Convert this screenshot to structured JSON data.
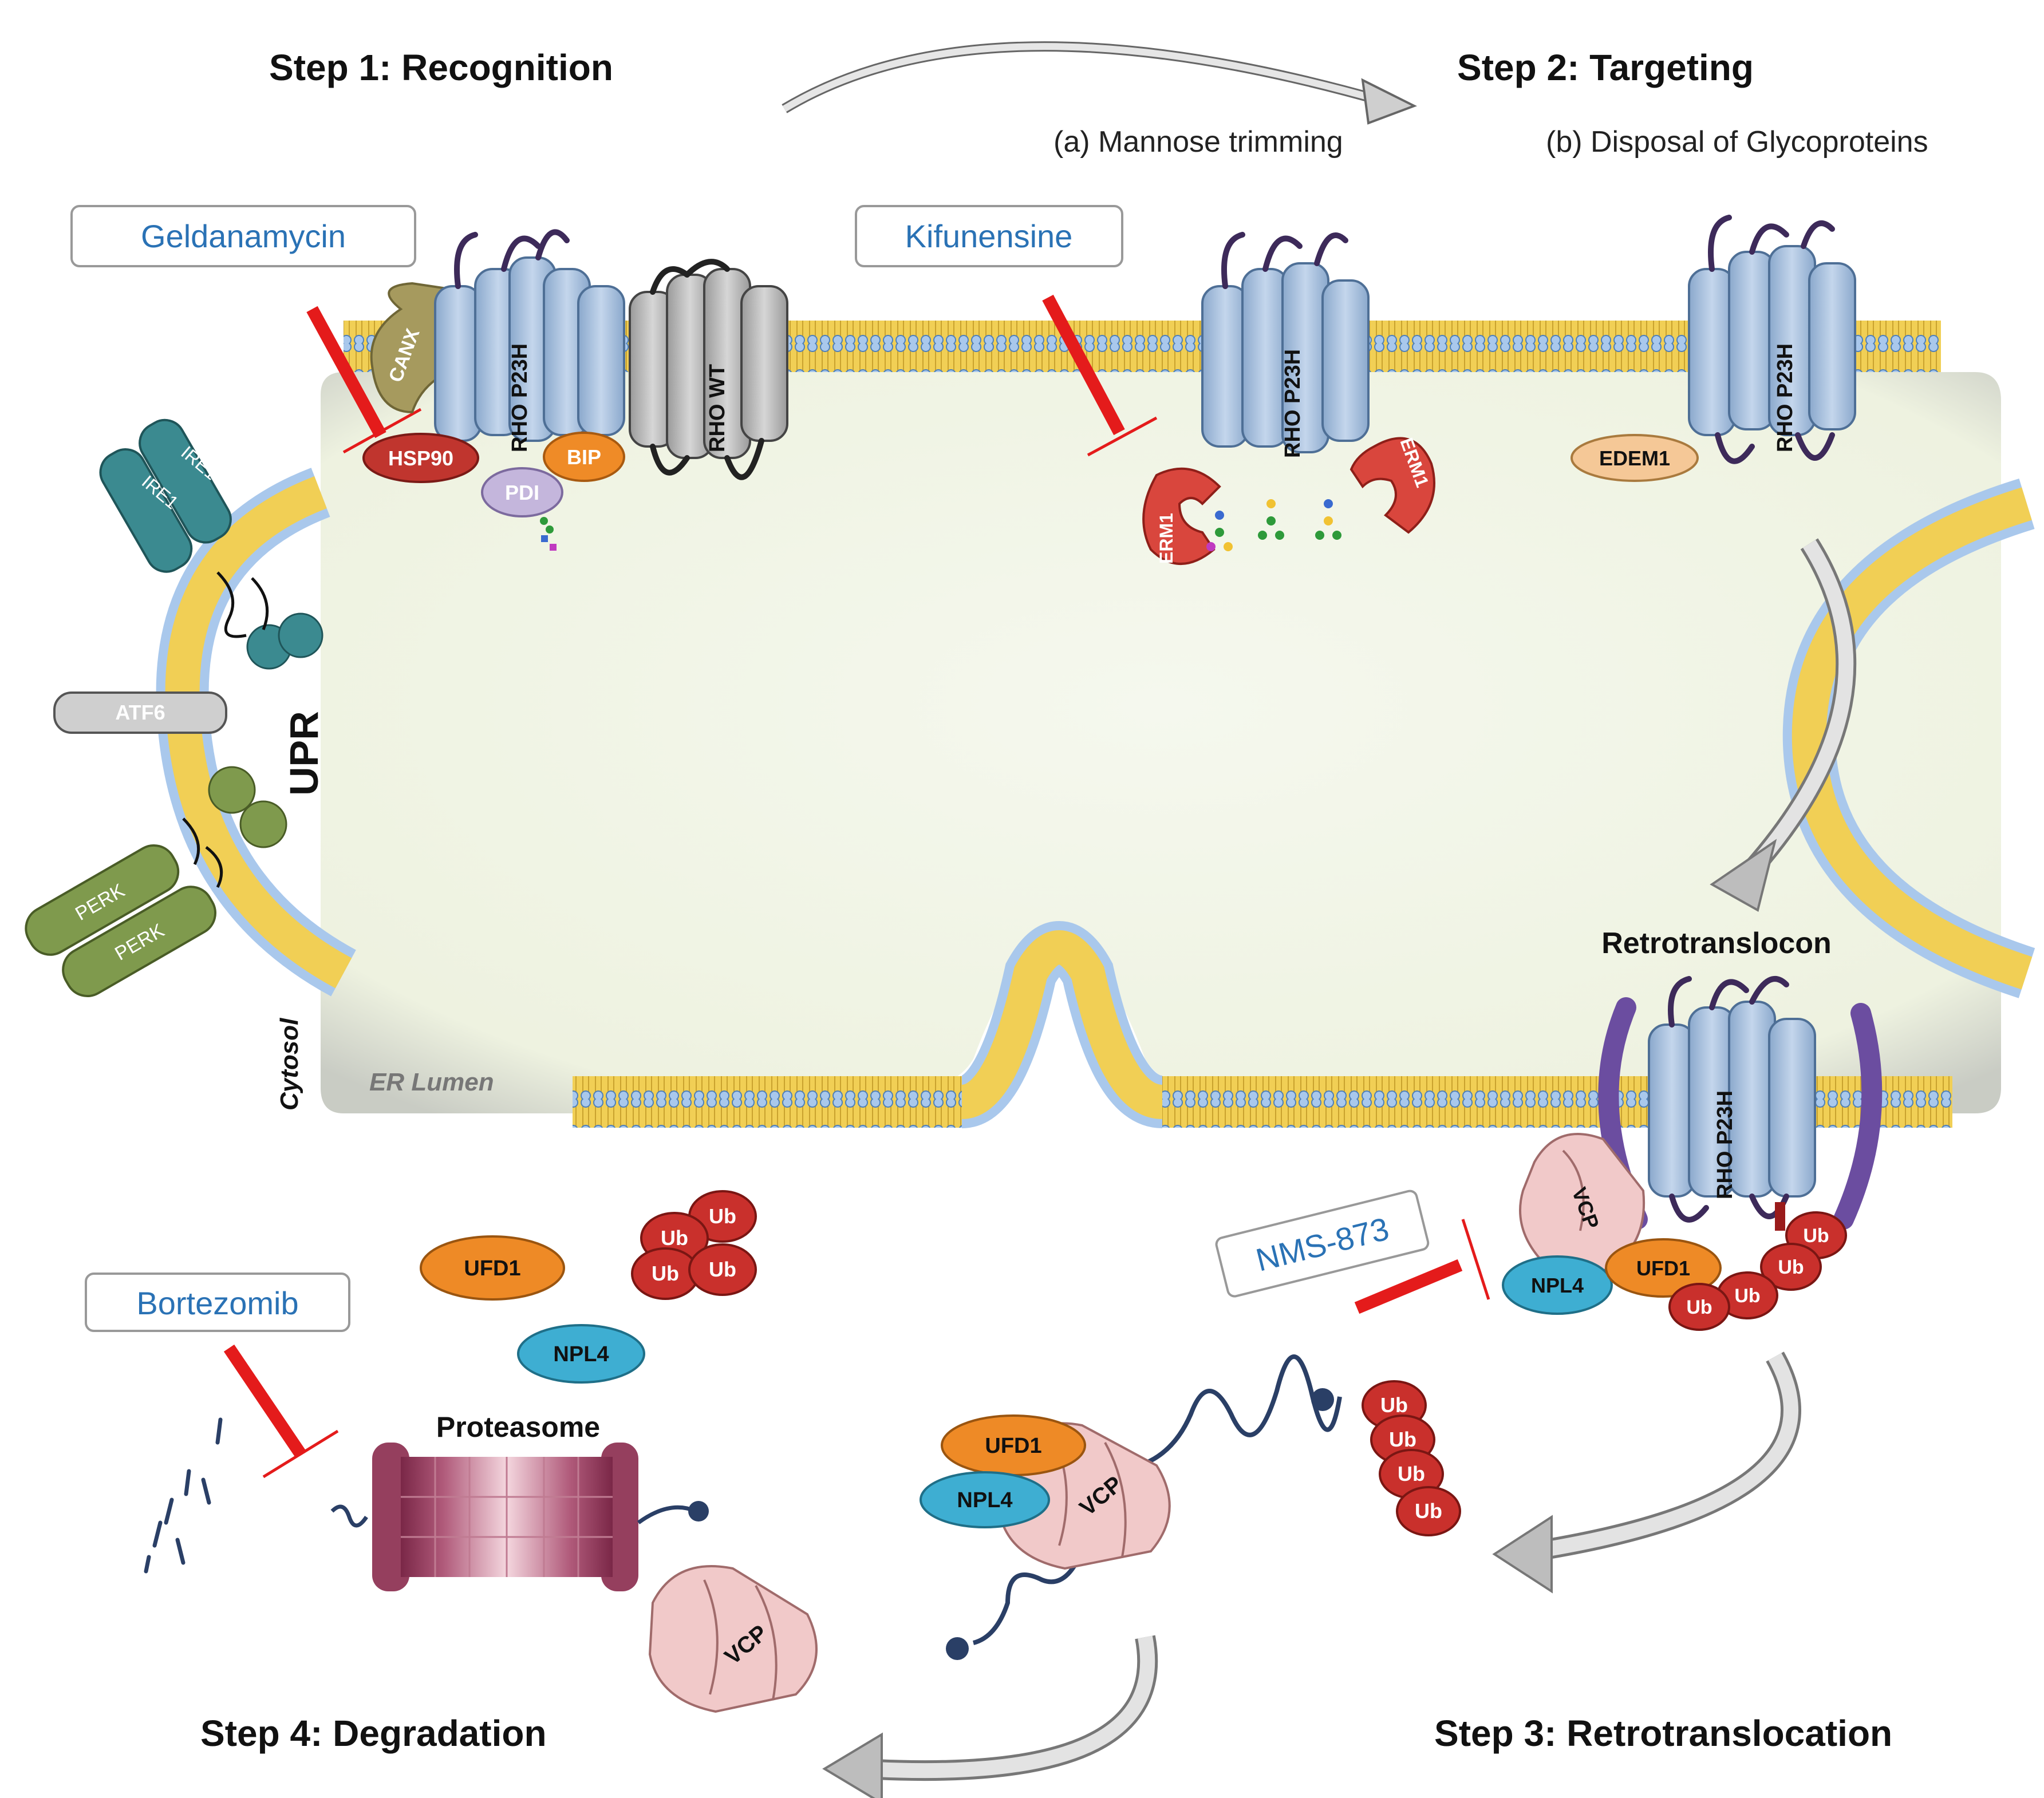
{
  "steps": {
    "s1": "Step 1: Recognition",
    "s2": "Step 2: Targeting",
    "s3": "Step 3: Retrotranslocation",
    "s4": "Step 4: Degradation",
    "s2a": "(a) Mannose trimming",
    "s2b": "(b) Disposal of Glycoproteins"
  },
  "drugs": {
    "geldanamycin": "Geldanamycin",
    "kifunensine": "Kifunensine",
    "bortezomib": "Bortezomib",
    "nms873": "NMS-873"
  },
  "compartments": {
    "upr": "UPR",
    "cytosol": "Cytosol",
    "er_lumen": "ER Lumen"
  },
  "proteins": {
    "canx": "CANX",
    "hsp90": "HSP90",
    "pdi": "PDI",
    "bip": "BIP",
    "rho_p23h": "RHO P23H",
    "rho_wt": "RHO WT",
    "erm1": "ERM1",
    "edem1": "EDEM1",
    "ire1": "IRE1",
    "atf6": "ATF6",
    "perk": "PERK",
    "vcp": "VCP",
    "npl4": "NPL4",
    "ufd1": "UFD1",
    "ub": "Ub",
    "proteasome": "Proteasome",
    "retrotranslocon": "Retrotranslocon"
  },
  "colors": {
    "membrane_head": "#a9c8ec",
    "membrane_core": "#f1cf55",
    "lumen": "#f1f5e6",
    "rho_mutant": "#a7bfdc",
    "rho_wildtype": "#bfbfbf",
    "drug_text": "#2a72b5",
    "inhibitor": "#e41b1b",
    "ub": "#c9302c",
    "vcp": "#f1c9c9",
    "npl4": "#3eaed2",
    "ufd1": "#ee8a26"
  }
}
